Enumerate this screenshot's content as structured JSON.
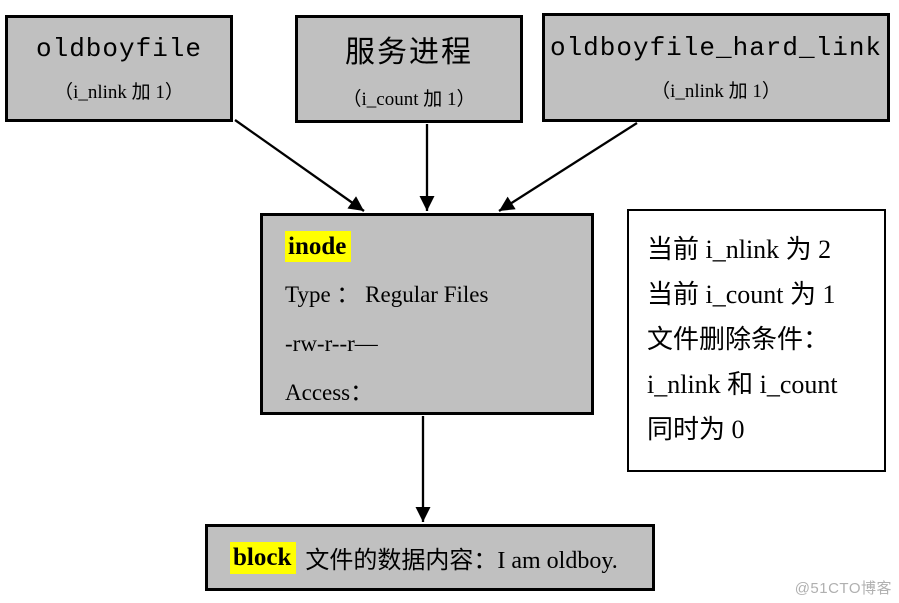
{
  "diagram": {
    "top_boxes": [
      {
        "title": "oldboyfile",
        "subtitle": "（i_nlink 加 1）"
      },
      {
        "title": "服务进程",
        "subtitle": "（i_count 加 1）"
      },
      {
        "title": "oldboyfile_hard_link",
        "subtitle": "（i_nlink 加 1）"
      }
    ],
    "inode_box": {
      "label": "inode",
      "lines": [
        "Type ： Regular Files",
        "-rw-r--r—",
        "Access："
      ]
    },
    "note_box": {
      "lines": [
        "当前 i_nlink 为 2",
        "当前 i_count 为 1",
        "文件删除条件：",
        "i_nlink 和 i_count",
        "同时为 0"
      ]
    },
    "block_box": {
      "label": "block",
      "text": "文件的数据内容：I am oldboy."
    },
    "watermark": "@51CTO博客",
    "colors": {
      "box_fill": "#c0c0c0",
      "highlight": "#ffff00",
      "border": "#000000",
      "note_fill": "#ffffff",
      "watermark": "#b0b0b0"
    }
  }
}
